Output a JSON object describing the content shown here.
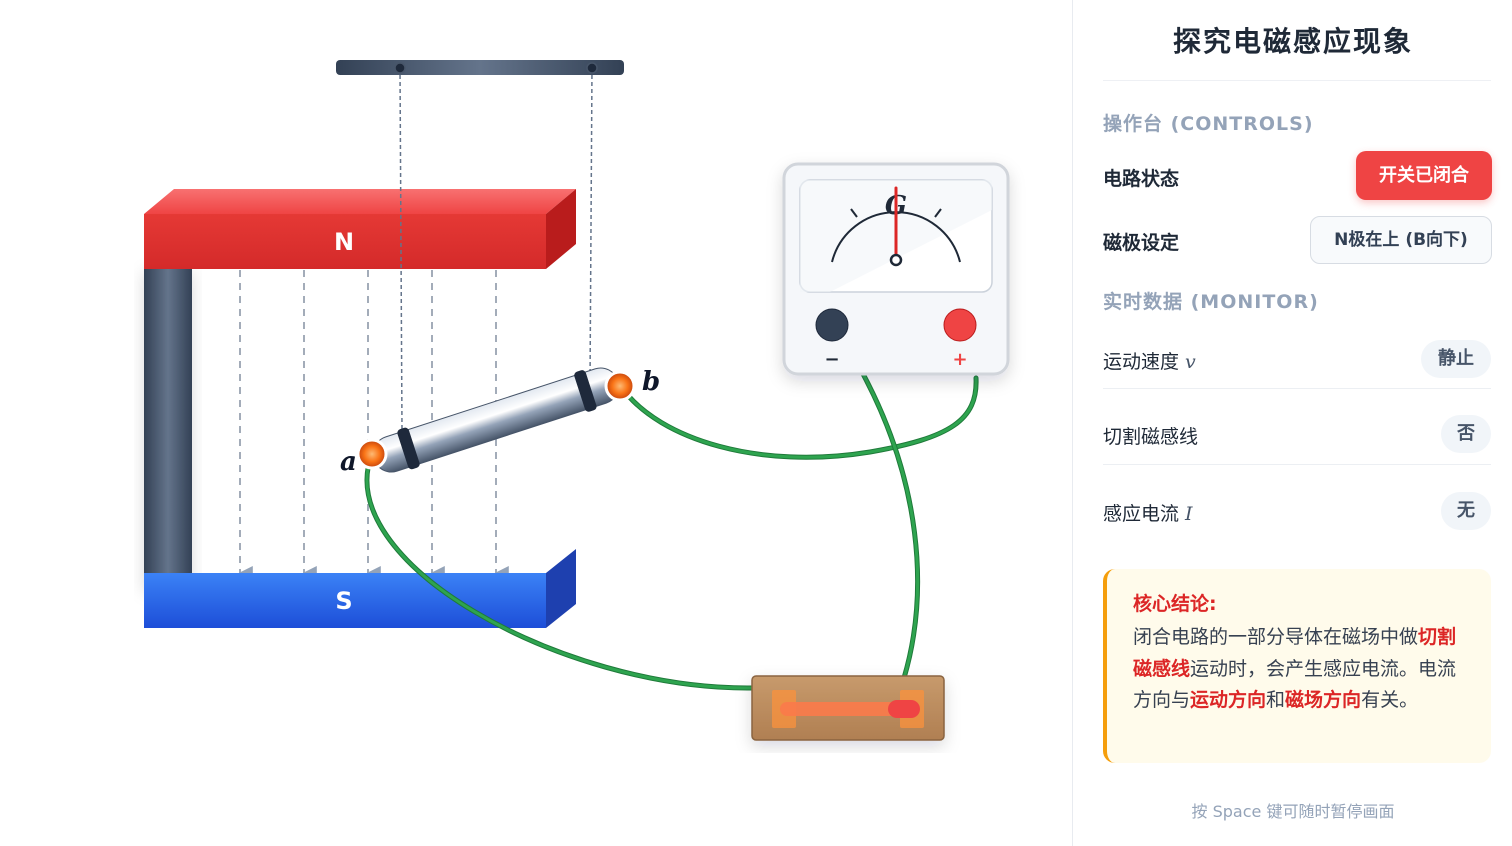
{
  "scene": {
    "magnet_north_label": "N",
    "magnet_south_label": "S",
    "galvanometer_label": "G",
    "terminal_minus": "−",
    "terminal_plus": "+",
    "rod_end_a": "a",
    "rod_end_b": "b",
    "needle_deflection": 0
  },
  "panel": {
    "title": "探究电磁感应现象",
    "controls_header": "操作台 (CONTROLS)",
    "circuit_label": "电路状态",
    "circuit_button": "开关已闭合",
    "pole_label": "磁极设定",
    "pole_button": "N极在上 (B向下)",
    "monitor_header": "实时数据 (MONITOR)",
    "speed_label": "运动速度",
    "speed_symbol": "v",
    "speed_value": "静止",
    "cutting_label": "切割磁感线",
    "cutting_value": "否",
    "current_label": "感应电流",
    "current_symbol": "I",
    "current_value": "无",
    "conclusion_title": "核心结论:",
    "conclusion_p1": "闭合电路的一部分导体在磁场中做",
    "conclusion_h1": "切割磁感线",
    "conclusion_p2": "运动时，会产生感应电流。电流方向与",
    "conclusion_h2": "运动方向",
    "conclusion_p3": "和",
    "conclusion_h3": "磁场方向",
    "conclusion_p4": "有关。",
    "hint": "按 Space 键可随时暂停画面"
  },
  "colors": {
    "north": "#ef4444",
    "south": "#2563eb",
    "wire": "#22a04b",
    "accent_red": "#ef4444",
    "conclusion_border": "#f59e0b"
  }
}
